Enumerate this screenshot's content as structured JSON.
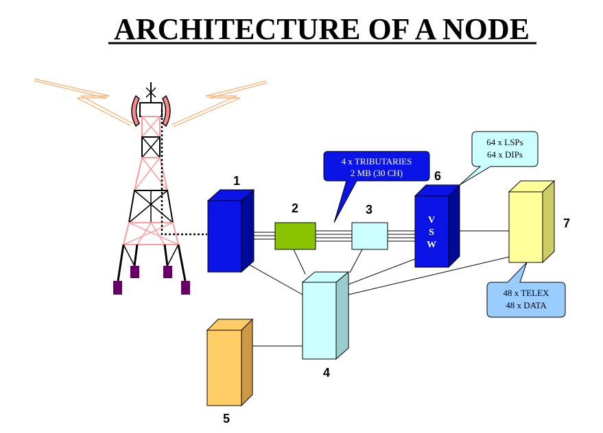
{
  "title": "ARCHITECTURE OF A NODE",
  "labels": {
    "n1": "1",
    "n2": "2",
    "n3": "3",
    "n4": "4",
    "n5": "5",
    "n6": "6",
    "n7": "7"
  },
  "vsw": {
    "l1": "V",
    "l2": "S",
    "l3": "W"
  },
  "callouts": {
    "tributaries": {
      "line1": "4 x TRIBUTARIES",
      "line2": "2 MB (30 CH)"
    },
    "lsp": {
      "line1": "64 x LSPs",
      "line2": "64 x DIPs"
    },
    "telex": {
      "line1": "48 x TELEX",
      "line2": "48 x DATA"
    }
  },
  "colors": {
    "box1": "#0a14e6",
    "box2": "#88c400",
    "box3": "#ccffff",
    "box4": "#ccffff",
    "box5": "#ffcc66",
    "box6": "#0a14e6",
    "box7": "#ffff99",
    "callout_tributaries": "#0a14e6",
    "callout_lsp": "#ccffff",
    "callout_telex": "#99ccff",
    "tower_black": "#000000",
    "tower_pink": "#ff9999",
    "feet": "#660066",
    "waves": "#ffaa66",
    "dish": "#ff8888"
  },
  "icons": {
    "tower": "radio-tower-icon",
    "dish_left": "antenna-dish-icon",
    "dish_right": "antenna-dish-icon",
    "wave_left": "radio-wave-icon",
    "wave_right": "radio-wave-icon"
  }
}
